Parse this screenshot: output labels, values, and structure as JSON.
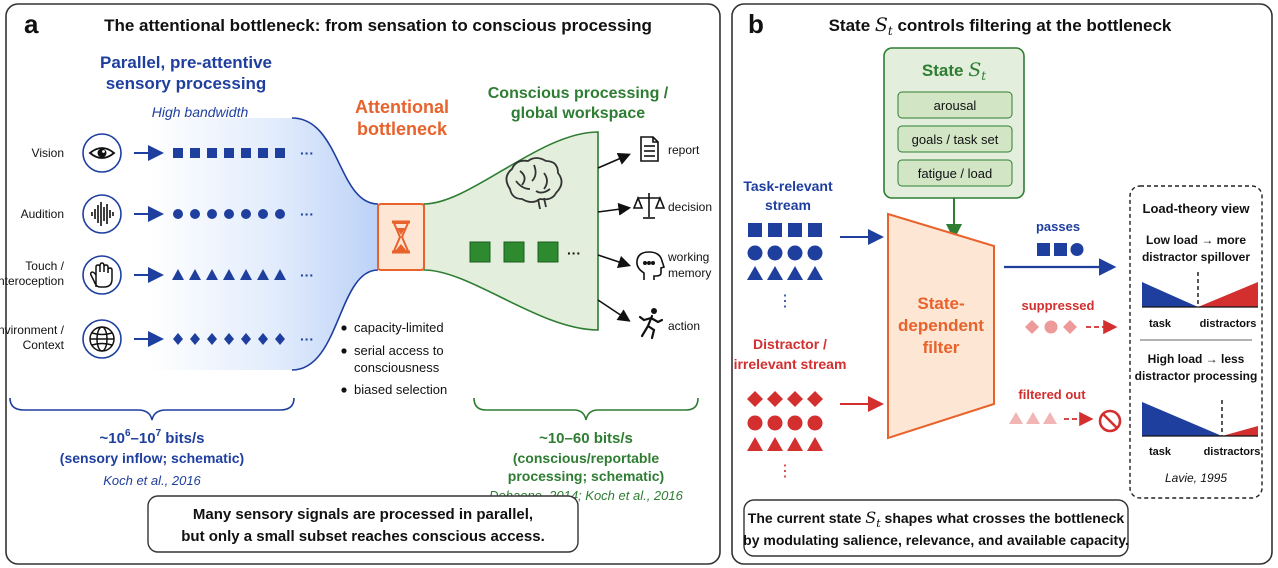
{
  "colors": {
    "blue": "#1f3f9f",
    "orange": "#e8622c",
    "green": "#2e7d32",
    "red": "#d32f2f",
    "ink": "#111111",
    "panel_border": "#333333",
    "funnel_blue": "#cfe0fa",
    "funnel_green": "#e3efdc",
    "filter_fill": "#fde6d3"
  },
  "panel_a": {
    "letter": "a",
    "title": "The attentional bottleneck: from sensation to conscious processing",
    "parallel_title_1": "Parallel, pre-attentive",
    "parallel_title_2": "sensory processing",
    "high_bandwidth": "High bandwidth",
    "inputs": [
      {
        "label": "Vision",
        "icon": "eye-icon",
        "shape": "square"
      },
      {
        "label": "Audition",
        "icon": "soundwave-icon",
        "shape": "circle"
      },
      {
        "label_1": "Touch /",
        "label_2": "Interoception",
        "icon": "hand-icon",
        "shape": "triangle"
      },
      {
        "label_1": "Environment /",
        "label_2": "Context",
        "icon": "globe-icon",
        "shape": "diamond"
      }
    ],
    "ellipsis": "···",
    "bottleneck_title_1": "Attentional",
    "bottleneck_title_2": "bottleneck",
    "bottleneck_icon": "hourglass-icon",
    "bullets": [
      "capacity-limited",
      "serial access to",
      "consciousness",
      "biased selection"
    ],
    "conscious_title_1": "Conscious processing /",
    "conscious_title_2": "global workspace",
    "brain_icon": "brain-icon",
    "outputs": [
      {
        "label": "report",
        "icon": "document-icon"
      },
      {
        "label": "decision",
        "icon": "scales-icon"
      },
      {
        "label_1": "working",
        "label_2": "memory",
        "icon": "head-thought-icon"
      },
      {
        "label": "action",
        "icon": "running-person-icon"
      }
    ],
    "rate_left_main": "~10",
    "rate_left_exp1": "6",
    "rate_left_mid": "–10",
    "rate_left_exp2": "7",
    "rate_left_tail": " bits/s",
    "rate_left_sub": "(sensory inflow; schematic)",
    "rate_left_cite": "Koch et al., 2016",
    "rate_right_main": "~10–60 bits/s",
    "rate_right_sub1": "(conscious/reportable",
    "rate_right_sub2": "processing; schematic)",
    "rate_right_cite": "Dehaene, 2014; Koch et al., 2016",
    "caption_1": "Many sensory signals are processed in parallel,",
    "caption_2": "but only a small subset reaches conscious access."
  },
  "panel_b": {
    "letter": "b",
    "title_pre": "State ",
    "title_sym": "S",
    "title_sub": "t",
    "title_post": " controls filtering at the bottleneck",
    "state_title_pre": "State ",
    "state_sym": "S",
    "state_sub": "t",
    "state_items": [
      "arousal",
      "goals / task set",
      "fatigue / load"
    ],
    "relevant_1": "Task-relevant",
    "relevant_2": "stream",
    "distractor_1": "Distractor /",
    "distractor_2": "irrelevant stream",
    "filter_1": "State-",
    "filter_2": "dependent",
    "filter_3": "filter",
    "passes": "passes",
    "suppressed": "suppressed",
    "filtered_out": "filtered out",
    "blocked_icon": "no-entry-icon",
    "vertical_ellipsis": "⋮",
    "load_title": "Load-theory view",
    "low_load_1": "Low load → more",
    "low_load_2": "distractor spillover",
    "high_load_1": "High load → less",
    "high_load_2": "distractor processing",
    "axis_left": "task",
    "axis_right": "distractors",
    "load_cite": "Lavie, 1995",
    "caption_1_pre": "The current state ",
    "caption_1_sym": "S",
    "caption_1_sub": "t",
    "caption_1_post": " shapes what crosses the bottleneck",
    "caption_2": "by modulating salience, relevance, and available capacity."
  }
}
